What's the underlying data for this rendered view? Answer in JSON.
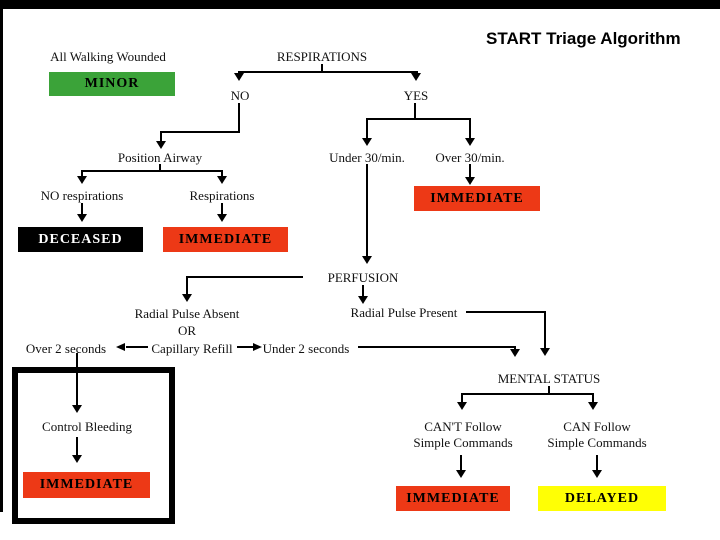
{
  "slide": {
    "title": "START Triage Algorithm"
  },
  "colors": {
    "minor_green": "#3BA339",
    "immediate_red": "#ED3916",
    "delayed_yellow": "#FFFF05",
    "deceased_black": "#000000"
  },
  "nodes": {
    "all_walking_wounded": "All Walking Wounded",
    "minor": "MINOR",
    "respirations": "RESPIRATIONS",
    "no": "NO",
    "yes": "YES",
    "position_airway": "Position Airway",
    "under_30_min": "Under 30/min.",
    "over_30_min": "Over 30/min.",
    "no_respirations": "NO respirations",
    "respirations_present": "Respirations",
    "deceased": "DECEASED",
    "immediate_after_airway": "IMMEDIATE",
    "immediate_over_30": "IMMEDIATE",
    "perfusion": "PERFUSION",
    "radial_pulse_absent": "Radial Pulse Absent",
    "or": "OR",
    "capillary_refill": "Capillary Refill",
    "over_2_seconds": "Over 2 seconds",
    "under_2_seconds": "Under 2 seconds",
    "radial_pulse_present": "Radial Pulse Present",
    "control_bleeding": "Control Bleeding",
    "immediate_bleeding": "IMMEDIATE",
    "mental_status": "MENTAL STATUS",
    "cant_follow_1": "CAN'T Follow",
    "cant_follow_2": "Simple Commands",
    "can_follow_1": "CAN Follow",
    "can_follow_2": "Simple Commands",
    "immediate_mental": "IMMEDIATE",
    "delayed": "DELAYED"
  }
}
